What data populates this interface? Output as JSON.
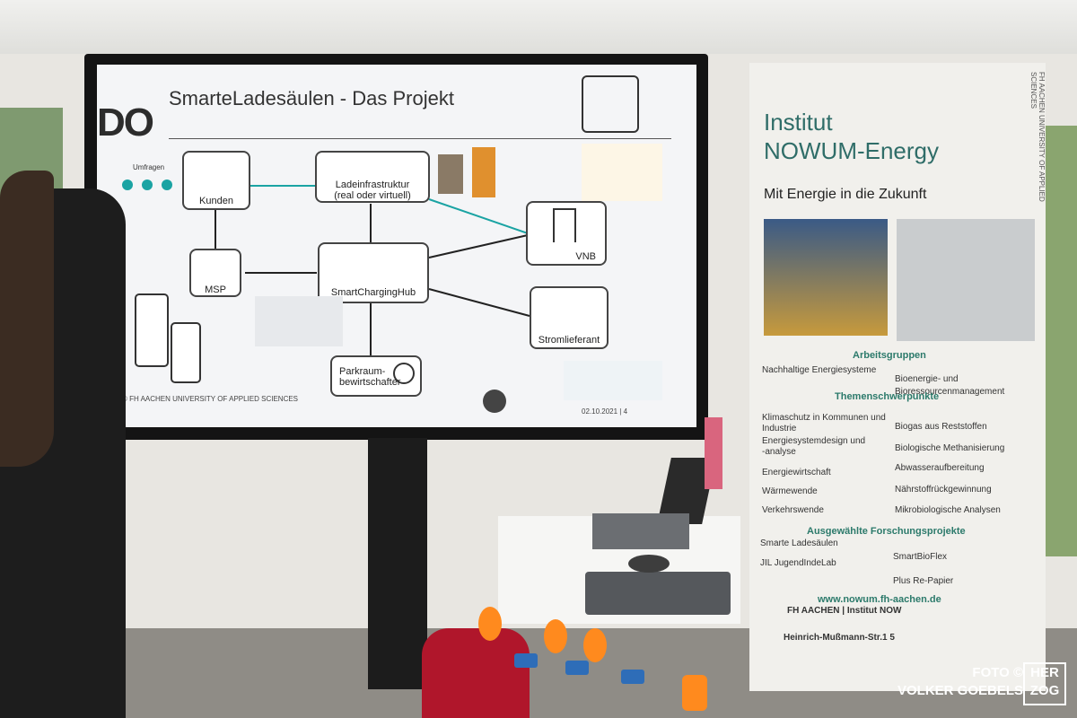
{
  "slide": {
    "title": "SmarteLadesäulen - Das Projekt",
    "logo": "DO",
    "umfragen": "Umfragen",
    "kunden": "Kunden",
    "ladeinfra_line1": "Ladeinfrastruktur",
    "ladeinfra_line2": "(real oder virtuell)",
    "vnb": "VNB",
    "msp": "MSP",
    "hub": "SmartChargingHub",
    "stromlieferant": "Stromlieferant",
    "parkraum_line1": "Parkraum-",
    "parkraum_line2": "bewirtschafter",
    "copyright": "© FH AACHEN UNIVERSITY OF APPLIED SCIENCES",
    "date": "02.10.2021",
    "page": "4",
    "separator": "|"
  },
  "banner": {
    "title_line1": "Institut",
    "title_line2": "NOWUM-Energy",
    "subtitle": "Mit Energie in die Zukunft",
    "side_text": "FH AACHEN UNIVERSITY OF APPLIED SCIENCES",
    "arbeitsgruppen_head": "Arbeitsgruppen",
    "ag_left": "Nachhaltige Energiesysteme",
    "ag_right_1": "Bioenergie- und",
    "ag_right_2": "Bioressourcenmanagement",
    "themen_head": "Themenschwerpunkte",
    "t1_left": "Klimaschutz in Kommunen und Industrie",
    "t1_right": "Biogas aus Reststoffen",
    "t2_left": "Energiesystemdesign und -analyse",
    "t2_right": "Biologische Methanisierung",
    "t3_left": "Energiewirtschaft",
    "t3_right": "Abwasseraufbereitung",
    "t4_left": "Wärmewende",
    "t4_right": "Nährstoffrückgewinnung",
    "t5_left": "Verkehrswende",
    "t5_right": "Mikrobiologische Analysen",
    "projekte_head": "Ausgewählte Forschungsprojekte",
    "p1_left": "Smarte Ladesäulen",
    "p1_right": "SmartBioFlex",
    "p2_left": "JIL JugendIndeLab",
    "p2_right": "Plus Re-Papier",
    "url": "www.nowum.fh-aachen.de",
    "address_1": "FH AACHEN | Institut NOW",
    "address_2": "Heinrich-Mußmann-Str.1 5"
  },
  "credit": {
    "line1": "FOTO ©",
    "line2": "VOLKER GOEBELS",
    "logo_1": "HER",
    "logo_2": "ZOG"
  },
  "colors": {
    "accent_teal": "#1aa3a3",
    "banner_green": "#2f6d68",
    "cap_orange": "#ff8a1e"
  }
}
